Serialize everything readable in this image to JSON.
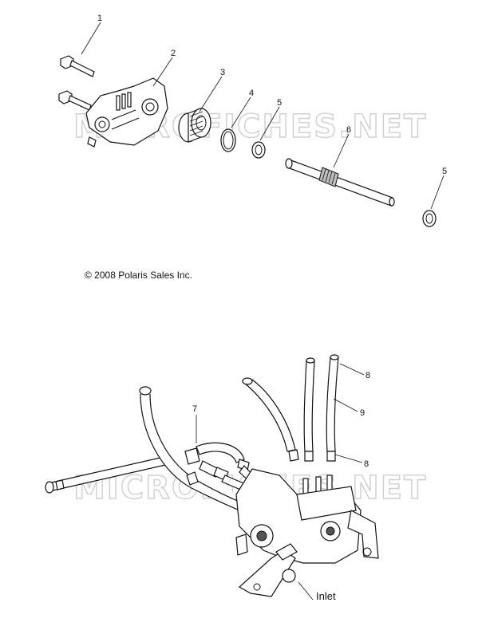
{
  "diagram": {
    "watermark": "MICROFICHES.NET",
    "copyright": "© 2008 Polaris Sales Inc.",
    "inlet_label": "Inlet",
    "callouts_top": [
      "1",
      "2",
      "3",
      "4",
      "5",
      "6",
      "5"
    ],
    "callouts_bottom": [
      "7",
      "8",
      "9",
      "8"
    ]
  }
}
